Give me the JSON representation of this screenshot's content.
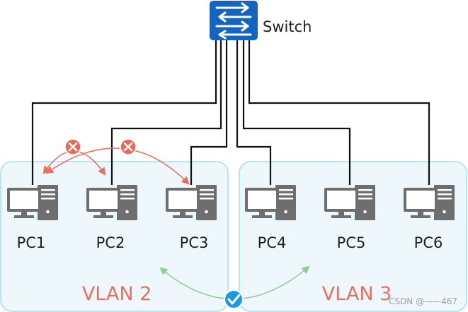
{
  "switch": {
    "label": "Switch",
    "icon": "switch-icon"
  },
  "vlans": [
    {
      "label": "VLAN 2",
      "members": [
        "PC1",
        "PC2",
        "PC3"
      ]
    },
    {
      "label": "VLAN 3",
      "members": [
        "PC4",
        "PC5",
        "PC6"
      ]
    }
  ],
  "pcs": [
    {
      "label": "PC1",
      "icon": "computer-icon"
    },
    {
      "label": "PC2",
      "icon": "computer-icon"
    },
    {
      "label": "PC3",
      "icon": "computer-icon"
    },
    {
      "label": "PC4",
      "icon": "computer-icon"
    },
    {
      "label": "PC5",
      "icon": "computer-icon"
    },
    {
      "label": "PC6",
      "icon": "computer-icon"
    }
  ],
  "watermark": "CSDN @——467",
  "colors": {
    "vlan_fill": "#eef8fc",
    "vlan_border": "#a7dcec",
    "blocked_arrow": "#e8705e",
    "blocked_badge": "#e86a5a",
    "allowed_arrow": "#8fce9b",
    "allowed_badge": "#1a9be6",
    "switch_fill": "#1565c0",
    "computer": "#6e6e6e",
    "link": "#111111",
    "vlan_text": "#e8705e"
  }
}
